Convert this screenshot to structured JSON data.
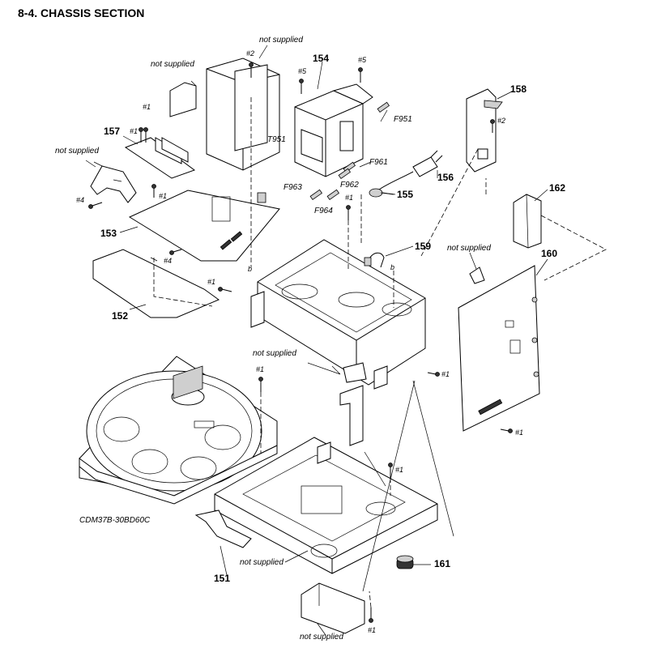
{
  "title": "8-4. CHASSIS SECTION",
  "parts": {
    "p151": "151",
    "p152": "152",
    "p153": "153",
    "p154": "154",
    "p155": "155",
    "p156": "156",
    "p157": "157",
    "p158": "158",
    "p159": "159",
    "p160": "160",
    "p161": "161",
    "p162": "162"
  },
  "refs": {
    "t951": "T951",
    "f951": "F951",
    "f961": "F961",
    "f962": "F962",
    "f963": "F963",
    "f964": "F964",
    "model": "CDM37B-30BD60C",
    "b": "b"
  },
  "screws": {
    "s1": "#1",
    "s2": "#2",
    "s4": "#4",
    "s5": "#5"
  },
  "note": "not supplied"
}
